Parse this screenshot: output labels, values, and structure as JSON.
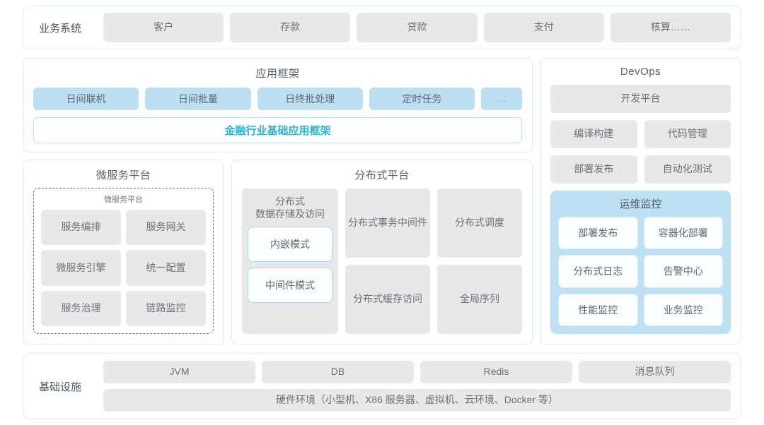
{
  "business_systems": {
    "label": "业务系统",
    "items": [
      "客户",
      "存款",
      "贷款",
      "支付",
      "核算……"
    ]
  },
  "app_framework": {
    "title": "应用框架",
    "chips": [
      "日间联机",
      "日间批量",
      "日终批处理",
      "定时任务",
      "..."
    ],
    "framework_bar": "金融行业基础应用框架",
    "framework_bar_color": "#29b4d6"
  },
  "microservice_platform": {
    "title": "微服务平台",
    "inner_title": "微服务平台",
    "items": [
      "服务编排",
      "服务网关",
      "微服务引擎",
      "统一配置",
      "服务治理",
      "链路监控"
    ]
  },
  "distributed_platform": {
    "title": "分布式平台",
    "storage_column": {
      "title_line1": "分布式",
      "title_line2": "数据存储及访问",
      "modes": [
        "内嵌模式",
        "中间件模式"
      ]
    },
    "column2": [
      {
        "line1": "分布式",
        "line2": "事务中间件"
      },
      {
        "line1": "分布式",
        "line2": "缓存访问"
      }
    ],
    "column3": [
      {
        "line1": "分布式调度",
        "line2": ""
      },
      {
        "line1": "全局序列",
        "line2": ""
      }
    ]
  },
  "devops": {
    "title": "DevOps",
    "platform": "开发平台",
    "items": [
      "编译构建",
      "代码管理",
      "部署发布",
      "自动化测试"
    ],
    "ops_monitoring": {
      "title": "运维监控",
      "accent": "#bde0f3",
      "items": [
        "部署发布",
        "容器化部署",
        "分布式日志",
        "告警中心",
        "性能监控",
        "业务监控"
      ]
    }
  },
  "infrastructure": {
    "label": "基础设施",
    "items": [
      "JVM",
      "DB",
      "Redis",
      "消息队列"
    ],
    "hardware": "硬件环境（小型机、X86 服务器、虚拟机、云环境、Docker 等）"
  }
}
